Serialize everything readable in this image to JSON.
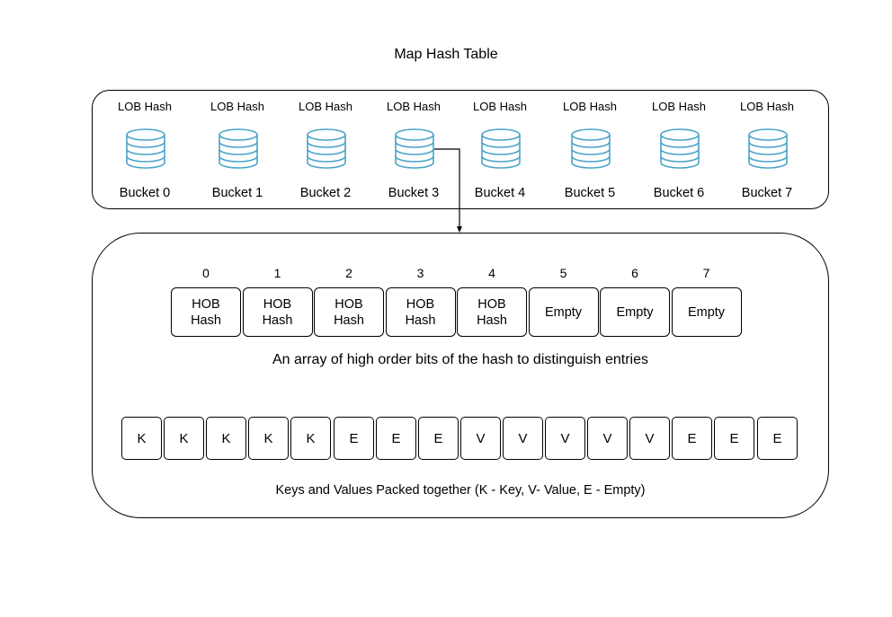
{
  "title": "Map Hash Table",
  "buckets": [
    {
      "hash_label": "LOB Hash",
      "label": "Bucket 0"
    },
    {
      "hash_label": "LOB Hash",
      "label": "Bucket 1"
    },
    {
      "hash_label": "LOB Hash",
      "label": "Bucket 2"
    },
    {
      "hash_label": "LOB Hash",
      "label": "Bucket 3"
    },
    {
      "hash_label": "LOB Hash",
      "label": "Bucket 4"
    },
    {
      "hash_label": "LOB Hash",
      "label": "Bucket 5"
    },
    {
      "hash_label": "LOB Hash",
      "label": "Bucket 6"
    },
    {
      "hash_label": "LOB Hash",
      "label": "Bucket 7"
    }
  ],
  "hob_indices": [
    "0",
    "1",
    "2",
    "3",
    "4",
    "5",
    "6",
    "7"
  ],
  "hob_cells": [
    {
      "line1": "HOB",
      "line2": "Hash"
    },
    {
      "line1": "HOB",
      "line2": "Hash"
    },
    {
      "line1": "HOB",
      "line2": "Hash"
    },
    {
      "line1": "HOB",
      "line2": "Hash"
    },
    {
      "line1": "HOB",
      "line2": "Hash"
    },
    {
      "line1": "Empty",
      "line2": ""
    },
    {
      "line1": "Empty",
      "line2": ""
    },
    {
      "line1": "Empty",
      "line2": ""
    }
  ],
  "hob_caption": "An array of high order bits of the hash to distinguish entries",
  "kv_cells": [
    "K",
    "K",
    "K",
    "K",
    "K",
    "E",
    "E",
    "E",
    "V",
    "V",
    "V",
    "V",
    "V",
    "E",
    "E",
    "E"
  ],
  "kv_caption": "Keys and Values Packed together (K - Key, V- Value, E - Empty)",
  "colors": {
    "icon_stroke": "#4aa3c8",
    "line": "#000000"
  },
  "icons": {
    "bucket_icon": "database-icon",
    "connector": "arrow-down-icon"
  }
}
